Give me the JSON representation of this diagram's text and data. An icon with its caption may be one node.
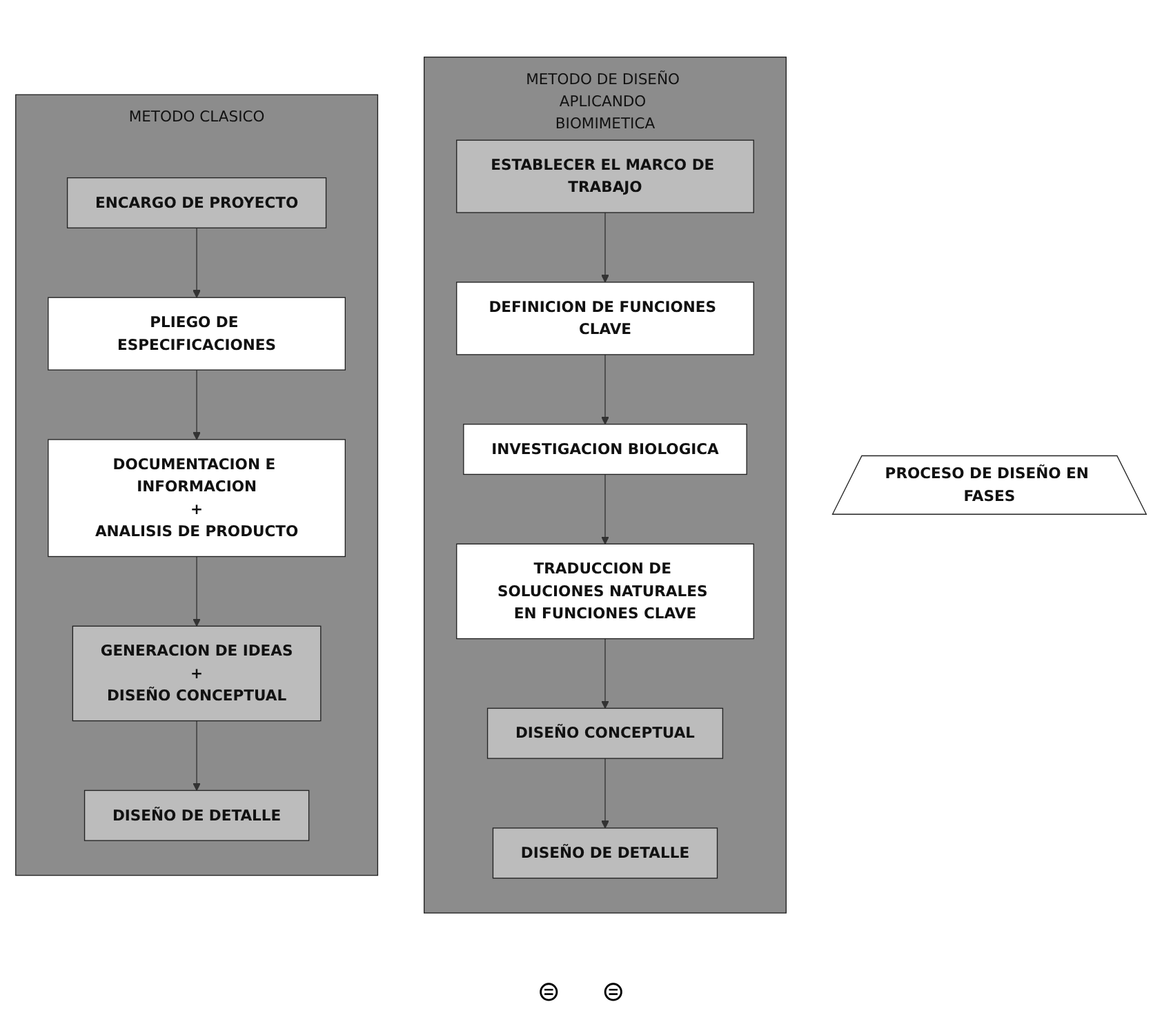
{
  "diagram": {
    "nodes": [
      {
        "text": [
          "METODO CLASICO"
        ]
      },
      {
        "text": [
          "ENCARGO DE PROYECTO"
        ],
        "in": 0
      },
      {
        "text": [
          "PLIEGO DE ESPECIFICACIONES"
        ],
        "in": 0
      },
      {
        "text": [
          "DOCUMENTACION E INFORMACION",
          "+",
          "ANALISIS DE PRODUCTO"
        ],
        "in": 0
      },
      {
        "text": [
          "GENERACION DE IDEAS",
          "+",
          "DISEÑO CONCEPTUAL"
        ],
        "in": 0
      },
      {
        "text": [
          "DISEÑO DE DETALLE"
        ],
        "in": 0
      },
      {
        "text": [
          "PROCESO DE DISEÑO EN FASES"
        ]
      },
      {
        "text": [
          "METODO DE DISEÑO APLICANDO BIOMIMETICA"
        ]
      },
      {
        "text": [
          "ESTABLECER EL MARCO DE TRABAJO"
        ],
        "in": 7
      },
      {
        "text": [
          "DEFINICION DE FUNCIONES CLAVE"
        ],
        "in": 7
      },
      {
        "text": [
          "INVESTIGACION BIOLOGICA"
        ],
        "in": 7
      },
      {
        "text": [
          "TRADUCCION DE SOLUCIONES NATURALES EN FUNCIONES CLAVE"
        ],
        "in": 7
      },
      {
        "text": [
          "DISEÑO CONCEPTUAL"
        ],
        "in": 7
      },
      {
        "text": [
          "DISEÑO DE DETALLE"
        ],
        "in": 7
      }
    ],
    "edges": [
      {
        "from": 1,
        "to": 2,
        "arrow": "to"
      },
      {
        "from": 2,
        "to": 3,
        "arrow": "to"
      },
      {
        "from": 3,
        "to": 4,
        "arrow": "to"
      },
      {
        "from": 4,
        "to": 5,
        "arrow": "to"
      },
      {
        "from": 8,
        "to": 9,
        "arrow": "to"
      },
      {
        "from": 9,
        "to": 10,
        "arrow": "to"
      },
      {
        "from": 10,
        "to": 11,
        "arrow": "to"
      },
      {
        "from": 11,
        "to": 12,
        "arrow": "to"
      },
      {
        "from": 12,
        "to": 13,
        "arrow": "to"
      }
    ],
    "labels": [
      "⊜",
      "⊜"
    ]
  }
}
